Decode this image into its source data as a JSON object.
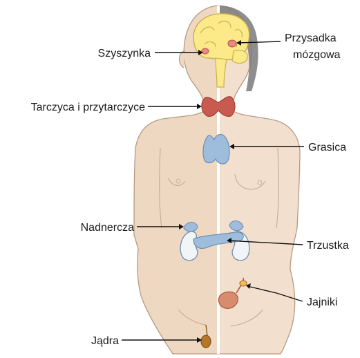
{
  "labels": {
    "pineal": "Szyszynka",
    "pituitary_line1": "Przysadka",
    "pituitary_line2": "mózgowa",
    "thyroid": "Tarczyca i przytarczyce",
    "thymus": "Grasica",
    "adrenal": "Nadnercza",
    "pancreas": "Trzustka",
    "ovaries": "Jajniki",
    "testes": "Jądra"
  },
  "colors": {
    "skin_left": "#efd8c2",
    "skin_right": "#f3dfcd",
    "outline": "#b49a86",
    "brain": "#fbe98a",
    "brain_outline": "#c9b24a",
    "endocrine_red": "#c95a4f",
    "thymus_blue": "#9ebddd",
    "kidney": "#f2f5f8",
    "ovary_organ": "#d98b6e",
    "testis": "#b5762a"
  }
}
